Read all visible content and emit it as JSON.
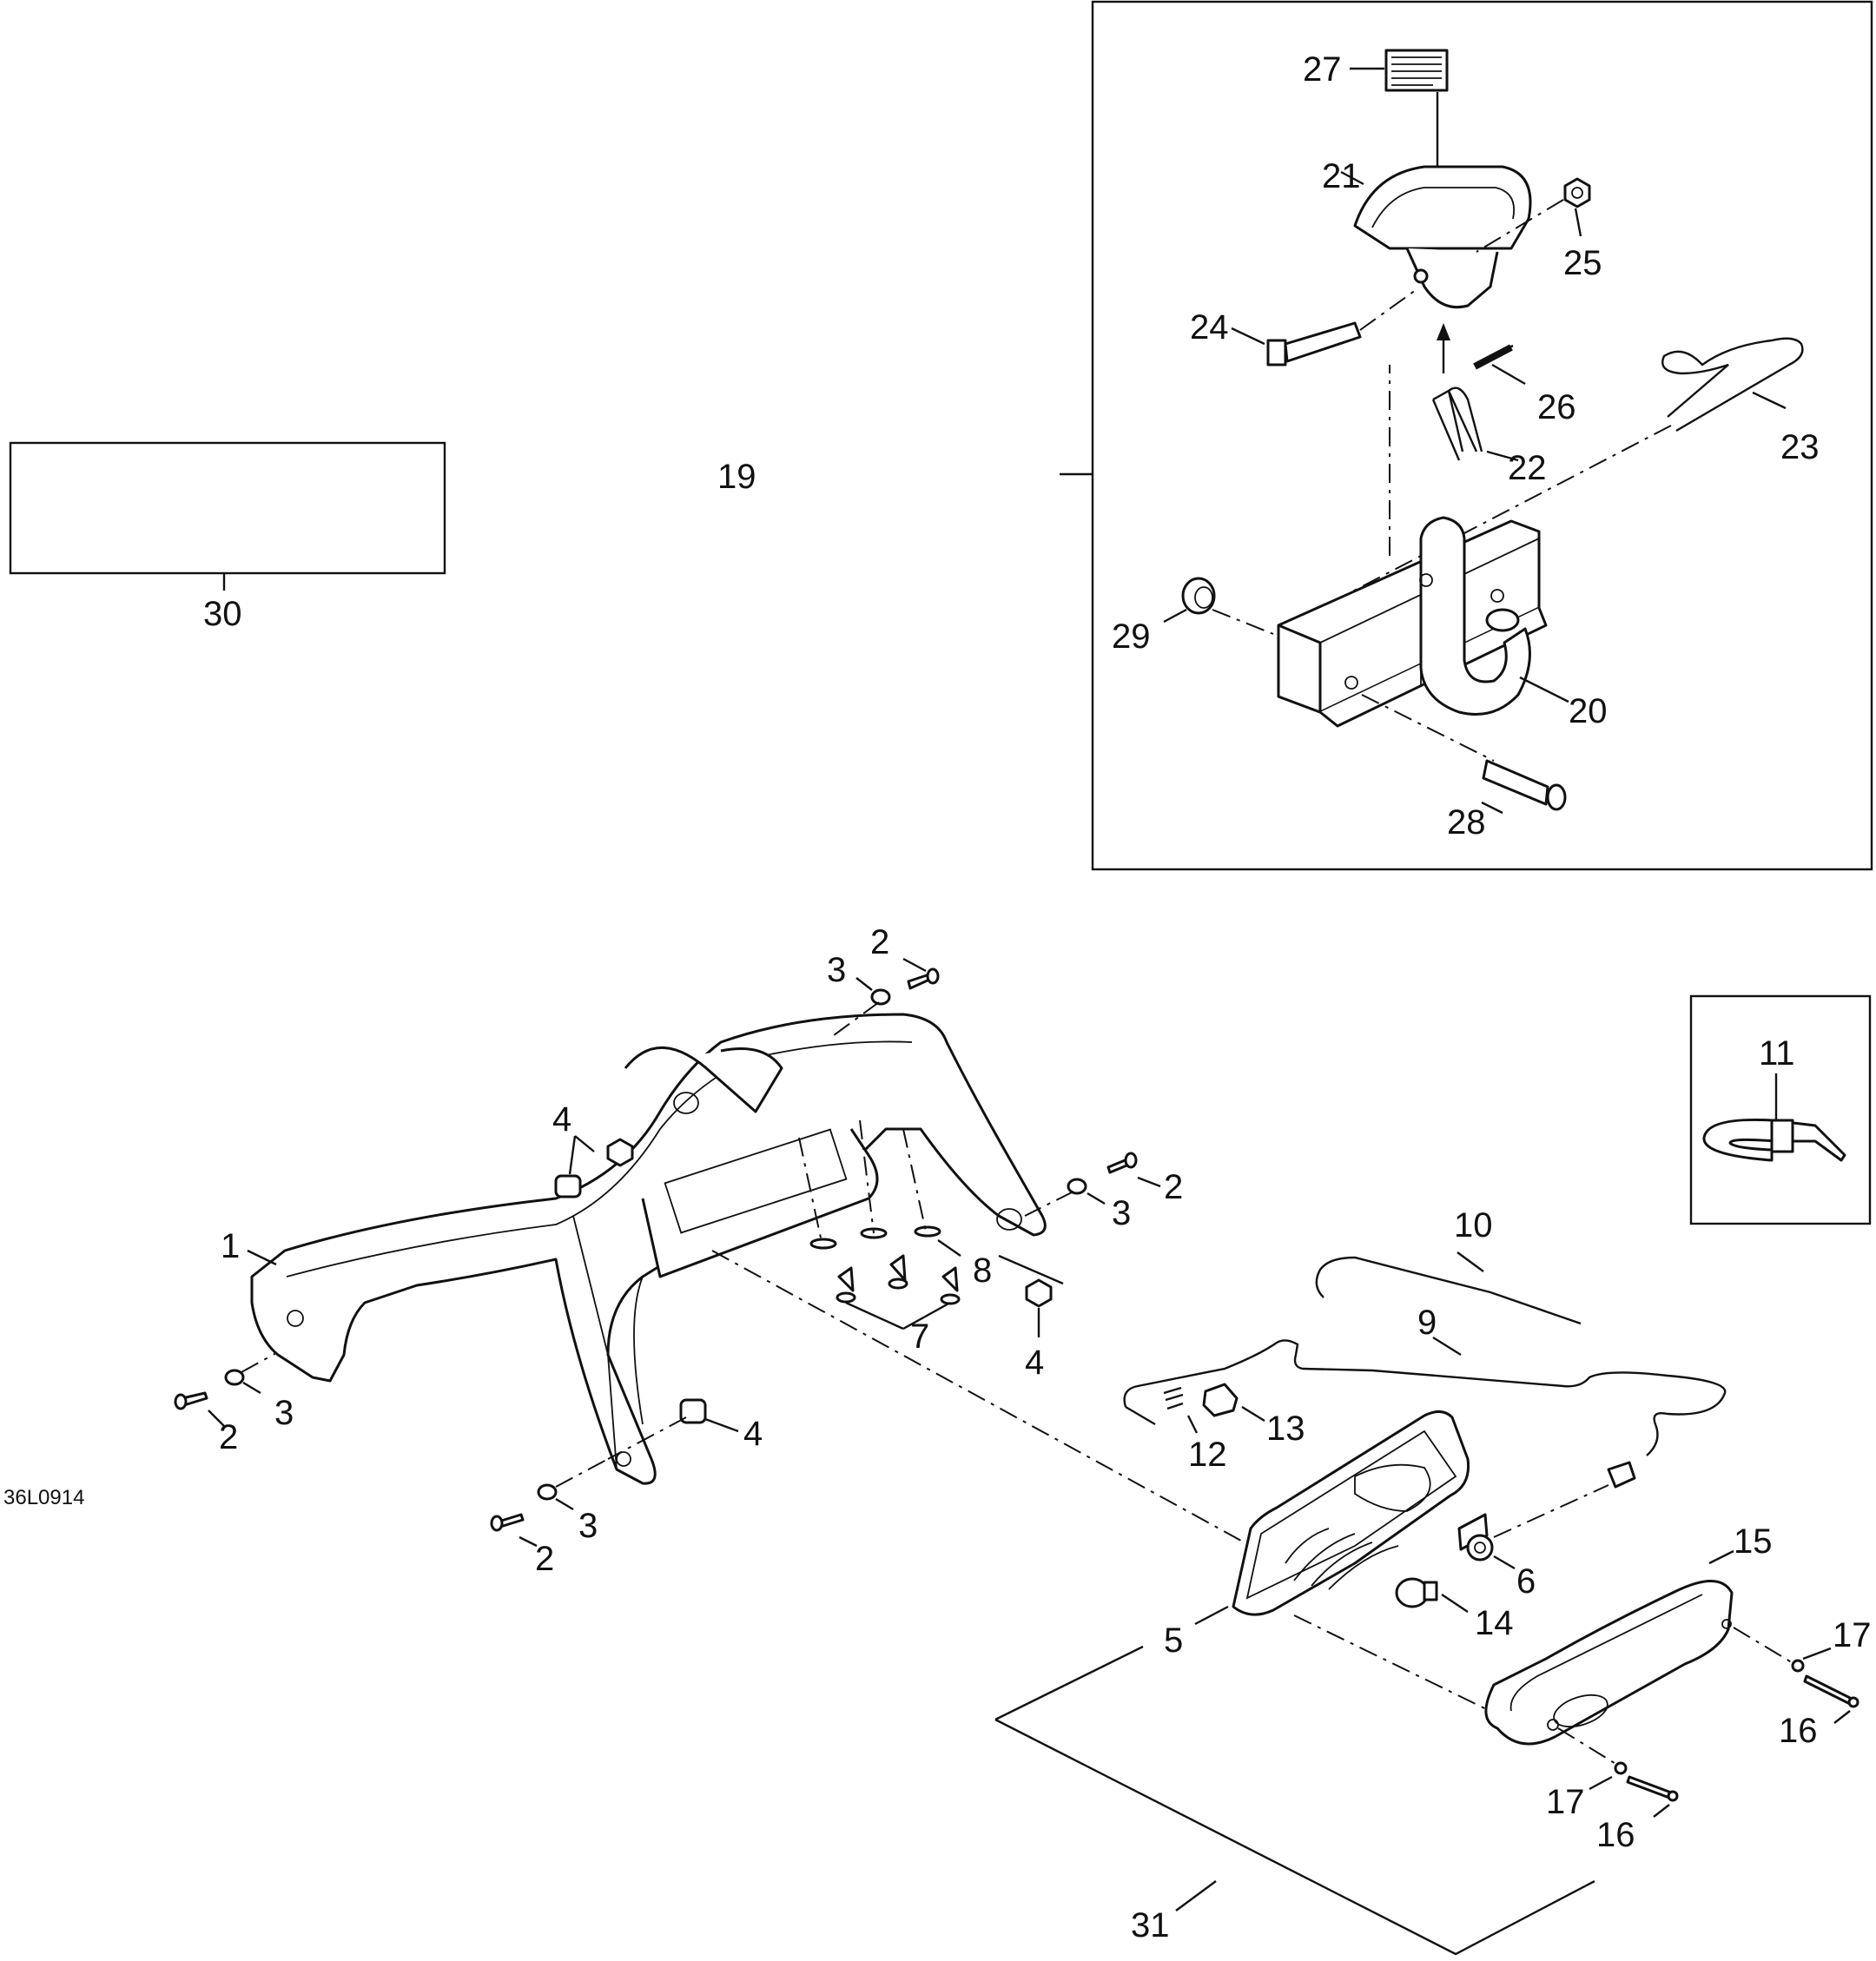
{
  "diagram_id": "36L0914",
  "callouts": {
    "n1": "1",
    "n2": "2",
    "n3": "3",
    "n4": "4",
    "n5": "5",
    "n6": "6",
    "n7": "7",
    "n8": "8",
    "n9": "9",
    "n10": "10",
    "n11": "11",
    "n12": "12",
    "n13": "13",
    "n14": "14",
    "n15": "15",
    "n16": "16",
    "n17": "17",
    "n19": "19",
    "n20": "20",
    "n21": "21",
    "n22": "22",
    "n23": "23",
    "n24": "24",
    "n25": "25",
    "n26": "26",
    "n27": "27",
    "n28": "28",
    "n29": "29",
    "n30": "30",
    "n31": "31"
  }
}
